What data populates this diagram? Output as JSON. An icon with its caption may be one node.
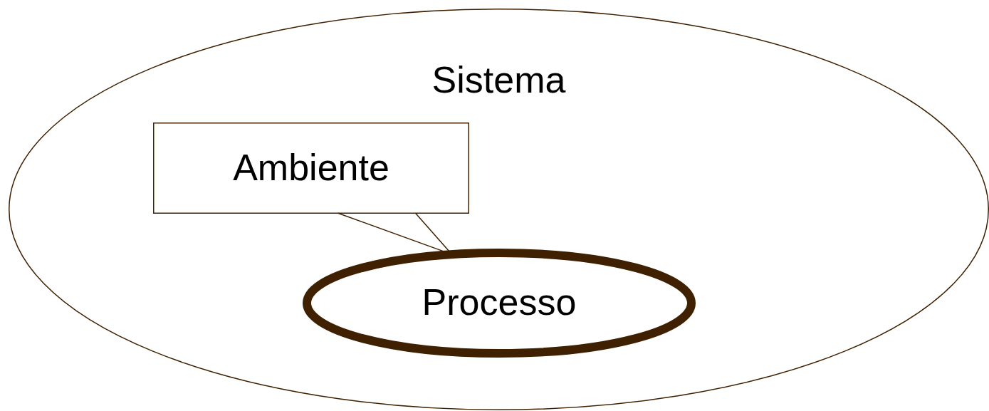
{
  "diagram": {
    "nodes": [
      {
        "text": [
          "Sistema"
        ]
      },
      {
        "text": [
          "Ambiente"
        ],
        "in": 0
      },
      {
        "text": [
          "Processo"
        ],
        "in": 0
      }
    ],
    "edges": [
      {
        "from": 1,
        "to": 2,
        "arrow": "none"
      }
    ]
  }
}
